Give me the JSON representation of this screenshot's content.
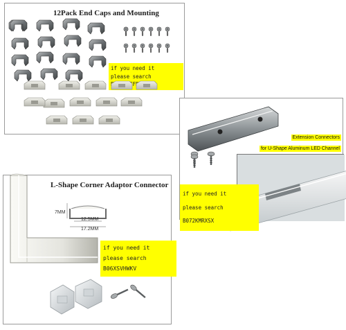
{
  "panels": {
    "end_caps": {
      "title": "12Pack End Caps and Mounting",
      "callout_line1": "if you need it",
      "callout_line2": "please search B06WW2FFR6"
    },
    "extension": {
      "label_line1": "Extension Connectors",
      "label_line2": "for U-Shape Aluminum LED Channel",
      "callout_line1": "if you need it",
      "callout_line2": "please search B072KMRXSX"
    },
    "corner": {
      "title": "L-Shape Corner Adaptor Connector",
      "callout_line1": "if you need it",
      "callout_line2": "please search B06XSVHWKV",
      "dims": {
        "height": "7MM",
        "inner_width": "12.5MM",
        "outer_width": "17.2MM"
      }
    }
  },
  "colors": {
    "callout_bg": "#ffff00",
    "metal": "#8a8f92",
    "plastic": "#dcdcd6"
  }
}
